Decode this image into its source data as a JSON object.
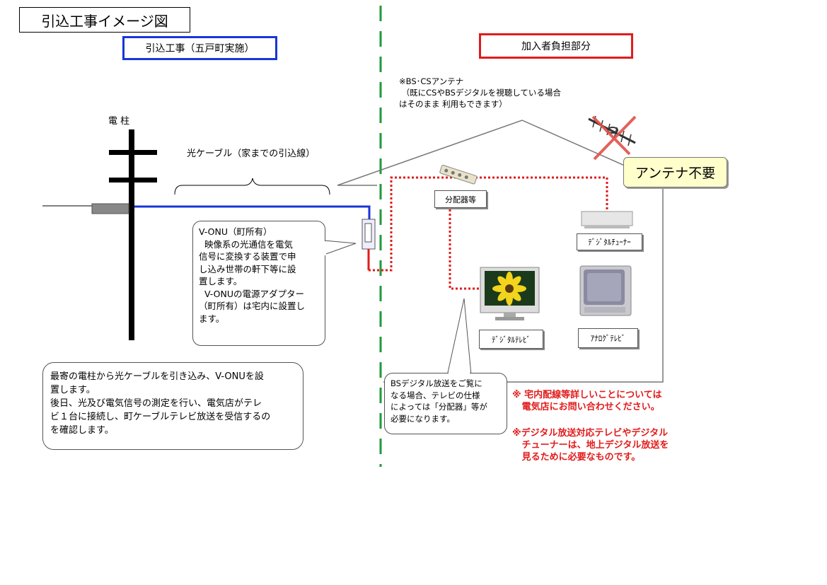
{
  "title": "引込工事イメージ図",
  "section_left": "引込工事（五戸町実施）",
  "section_right": "加入者負担部分",
  "pole_label": "電 柱",
  "cable_label": "光ケーブル（家までの引込線）",
  "antenna_note": "※BS･CSアンテナ\n （既にCSやBSデジタルを視聴している場合\nはそのまま 利用もできます）",
  "antenna_not_needed": "アンテナ不要",
  "splitter_label": "分配器等",
  "tuner_label": "ﾃﾞｼﾞﾀﾙﾁｭｰﾅｰ",
  "digital_tv_label": "ﾃﾞｼﾞﾀﾙﾃﾚﾋﾞ",
  "analog_tv_label": "ｱﾅﾛｸﾞﾃﾚﾋﾞ",
  "onu_bubble": "V-ONU（町所有）\n  映像系の光通信を電気\n信号に変換する装置で申\nし込み世帯の軒下等に設\n置します。\n  V-ONUの電源アダプター\n（町所有）は宅内に設置し\nます。",
  "bs_bubble": "BSデジタル放送をご覧に\nなる場合、テレビの仕様\nによっては「分配器」等が\n必要になります。",
  "bottom_bubble": "最寄の電柱から光ケーブルを引き込み、V-ONUを設\n置します。\n後日、光及び電気信号の測定を行い、電気店がテレ\nビ１台に接続し、町ケーブルテレビ放送を受信するの\nを確認します。",
  "red_note_1": "※ 宅内配線等詳しいことについては\n   電気店にお問い合わせください。",
  "red_note_2": "※デジタル放送対応テレビやデジタル\n   チューナーは、地上デジタル放送を\n   見るために必要なものです。",
  "colors": {
    "blue": "#1a35d6",
    "red": "#e21b1b",
    "green": "#1f9a3a",
    "yellow": "#ffffcc"
  }
}
